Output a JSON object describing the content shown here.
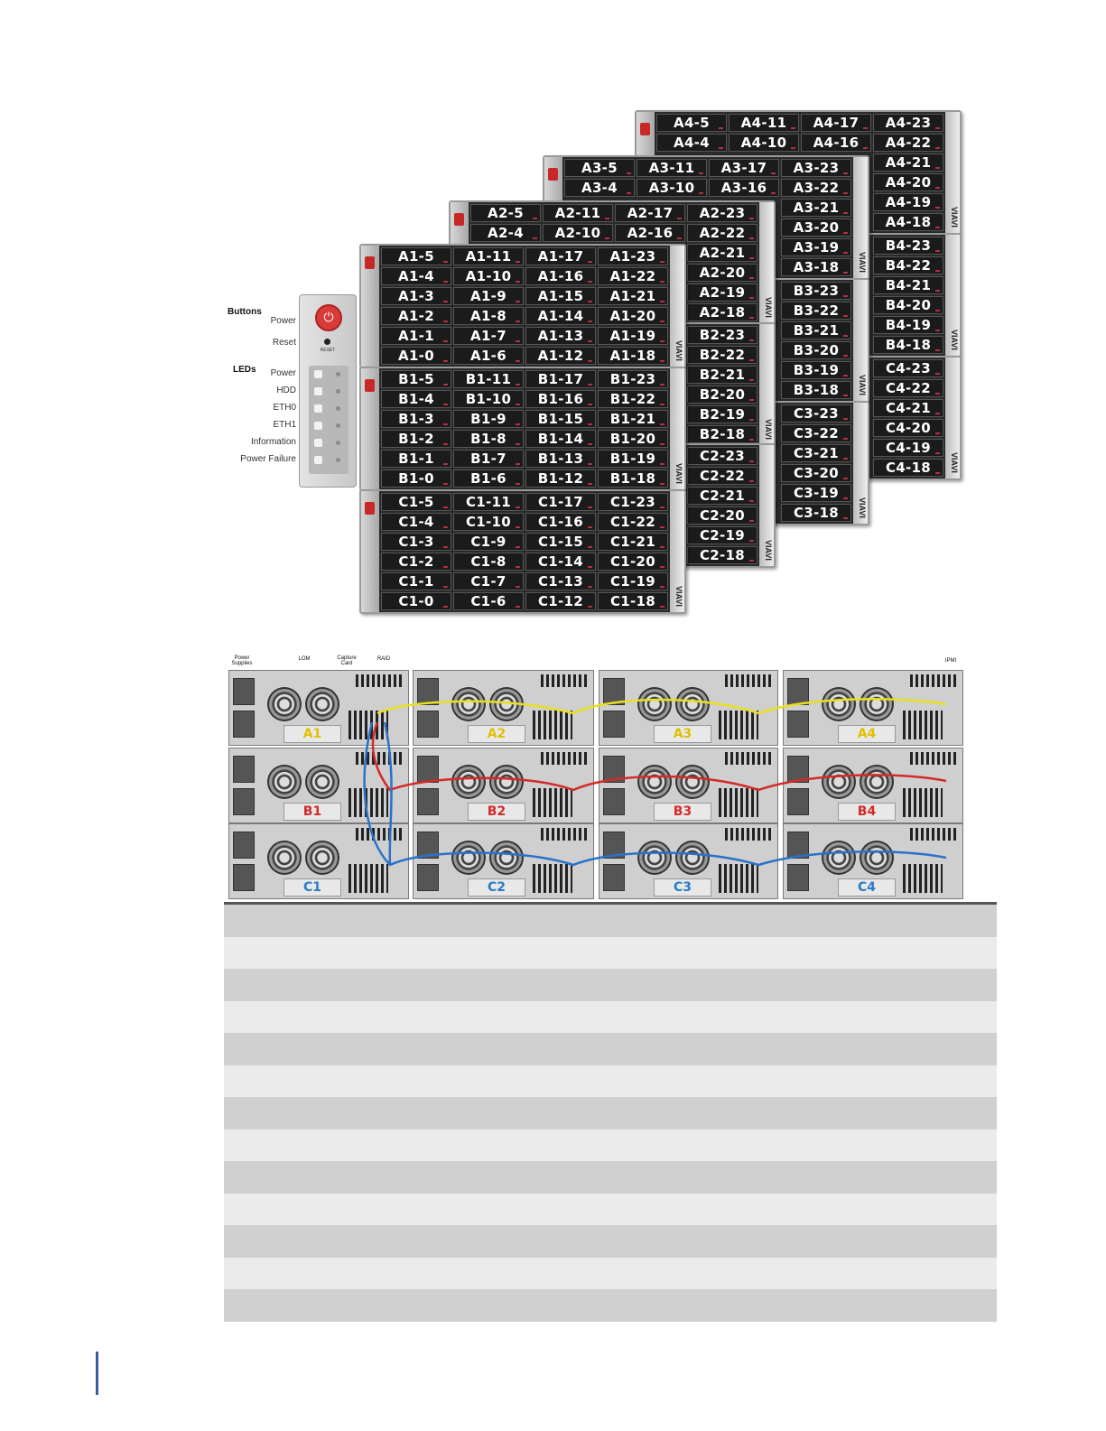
{
  "front_view": {
    "chassis_A4": {
      "rows": [
        [
          "A4-5",
          "A4-11",
          "A4-17",
          "A4-23"
        ],
        [
          "A4-4",
          "A4-10",
          "A4-16",
          "A4-22"
        ]
      ],
      "right_column": [
        "A4-21",
        "A4-20",
        "A4-19",
        "A4-18"
      ]
    },
    "chassis_A3": {
      "rows": [
        [
          "A3-5",
          "A3-11",
          "A3-17",
          "A3-23"
        ],
        [
          "A3-4",
          "A3-10",
          "A3-16",
          "A3-22"
        ]
      ],
      "right_column": [
        "A3-21",
        "A3-20",
        "A3-19",
        "A3-18"
      ]
    },
    "chassis_A2": {
      "rows": [
        [
          "A2-5",
          "A2-11",
          "A2-17",
          "A2-23"
        ],
        [
          "A2-4",
          "A2-10",
          "A2-16",
          "A2-22"
        ]
      ],
      "right_column": [
        "A2-21",
        "A2-20",
        "A2-19",
        "A2-18"
      ]
    },
    "chassis_A1": {
      "rows": [
        [
          "A1-5",
          "A1-11",
          "A1-17",
          "A1-23"
        ],
        [
          "A1-4",
          "A1-10",
          "A1-16",
          "A1-22"
        ],
        [
          "A1-3",
          "A1-9",
          "A1-15",
          "A1-21"
        ],
        [
          "A1-2",
          "A1-8",
          "A1-14",
          "A1-20"
        ],
        [
          "A1-1",
          "A1-7",
          "A1-13",
          "A1-19"
        ],
        [
          "A1-0",
          "A1-6",
          "A1-12",
          "A1-18"
        ]
      ]
    },
    "chassis_B1": {
      "rows": [
        [
          "B1-5",
          "B1-11",
          "B1-17",
          "B1-23"
        ],
        [
          "B1-4",
          "B1-10",
          "B1-16",
          "B1-22"
        ],
        [
          "B1-3",
          "B1-9",
          "B1-15",
          "B1-21"
        ],
        [
          "B1-2",
          "B1-8",
          "B1-14",
          "B1-20"
        ],
        [
          "B1-1",
          "B1-7",
          "B1-13",
          "B1-19"
        ],
        [
          "B1-0",
          "B1-6",
          "B1-12",
          "B1-18"
        ]
      ]
    },
    "chassis_C1": {
      "rows": [
        [
          "C1-5",
          "C1-11",
          "C1-17",
          "C1-23"
        ],
        [
          "C1-4",
          "C1-10",
          "C1-16",
          "C1-22"
        ],
        [
          "C1-3",
          "C1-9",
          "C1-15",
          "C1-21"
        ],
        [
          "C1-2",
          "C1-8",
          "C1-14",
          "C1-20"
        ],
        [
          "C1-1",
          "C1-7",
          "C1-13",
          "C1-19"
        ],
        [
          "C1-0",
          "C1-6",
          "C1-12",
          "C1-18"
        ]
      ]
    },
    "chassis_B4": {
      "right_column": [
        "B4-23",
        "B4-22",
        "B4-21",
        "B4-20",
        "B4-19",
        "B4-18"
      ]
    },
    "chassis_C4": {
      "right_column": [
        "C4-23",
        "C4-22",
        "C4-21",
        "C4-20",
        "C4-19",
        "C4-18"
      ]
    },
    "chassis_B3": {
      "right_column": [
        "B3-23",
        "B3-22",
        "B3-21",
        "B3-20",
        "B3-19",
        "B3-18"
      ]
    },
    "chassis_C3": {
      "right_column": [
        "C3-23",
        "C3-22",
        "C3-21",
        "C3-20",
        "C3-19",
        "C3-18"
      ]
    },
    "chassis_B2": {
      "right_column": [
        "B2-23",
        "B2-22",
        "B2-21",
        "B2-20",
        "B2-19",
        "B2-18"
      ]
    },
    "chassis_C2": {
      "right_column": [
        "C2-23",
        "C2-22",
        "C2-21",
        "C2-20",
        "C2-19",
        "C2-18"
      ]
    },
    "brand": "VIAVI",
    "control_panel": {
      "buttons_heading": "Buttons",
      "power_label": "Power",
      "reset_label": "Reset",
      "reset_caption": "RESET",
      "leds_heading": "LEDs",
      "leds": [
        "Power",
        "HDD",
        "ETH0",
        "ETH1",
        "Information",
        "Power Failure"
      ]
    }
  },
  "rear_view": {
    "labels": {
      "power_supplies": "Power Supplies",
      "lom": "LOM",
      "capture_card": "Capture Card",
      "raid": "RAID",
      "ipmi": "IPMI"
    },
    "units": [
      [
        {
          "name": "A1",
          "color": "#e0c000"
        },
        {
          "name": "A2",
          "color": "#e0c000"
        },
        {
          "name": "A3",
          "color": "#e0c000"
        },
        {
          "name": "A4",
          "color": "#e0c000"
        }
      ],
      [
        {
          "name": "B1",
          "color": "#d42a2a"
        },
        {
          "name": "B2",
          "color": "#d42a2a"
        },
        {
          "name": "B3",
          "color": "#d42a2a"
        },
        {
          "name": "B4",
          "color": "#d42a2a"
        }
      ],
      [
        {
          "name": "C1",
          "color": "#2a7cc8"
        },
        {
          "name": "C2",
          "color": "#2a7cc8"
        },
        {
          "name": "C3",
          "color": "#2a7cc8"
        },
        {
          "name": "C4",
          "color": "#2a7cc8"
        }
      ]
    ],
    "cable_colors": {
      "a": "#e8e020",
      "b": "#d42a2a",
      "c": "#2a72c8"
    }
  },
  "table": {
    "rows": 13
  }
}
